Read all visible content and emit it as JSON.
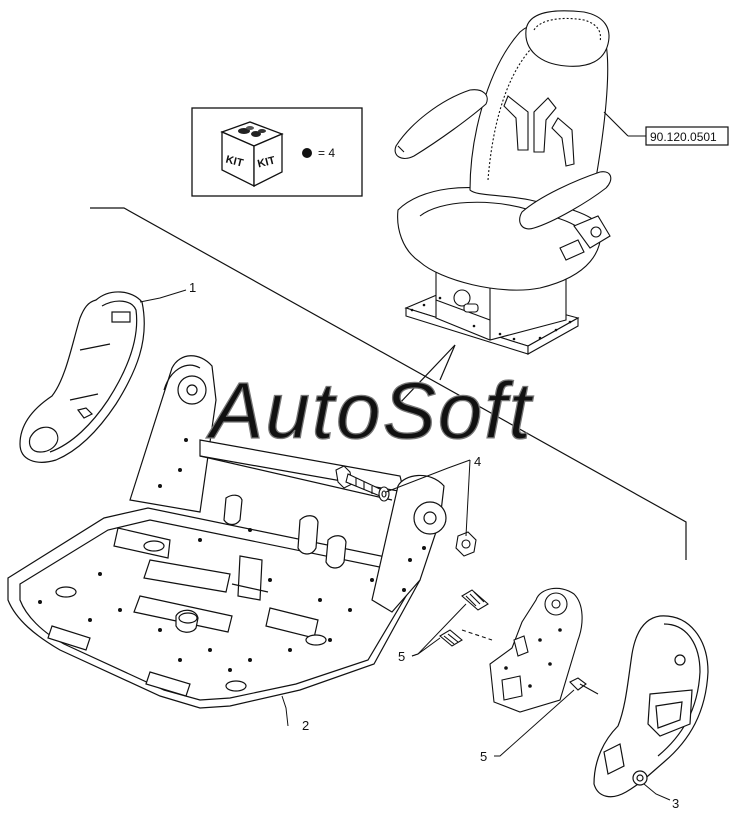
{
  "legend": {
    "kit_label_left": "KIT",
    "kit_label_right": "KIT",
    "bullet_text": "= 4"
  },
  "reference": {
    "part_ref": "90.120.0501"
  },
  "callouts": [
    {
      "id": "callout-1",
      "label": "1"
    },
    {
      "id": "callout-2",
      "label": "2"
    },
    {
      "id": "callout-3",
      "label": "3"
    },
    {
      "id": "callout-4",
      "label": "4"
    },
    {
      "id": "callout-5a",
      "label": "5"
    },
    {
      "id": "callout-5b",
      "label": "5"
    }
  ],
  "watermark": {
    "text": "AutoSoft"
  }
}
